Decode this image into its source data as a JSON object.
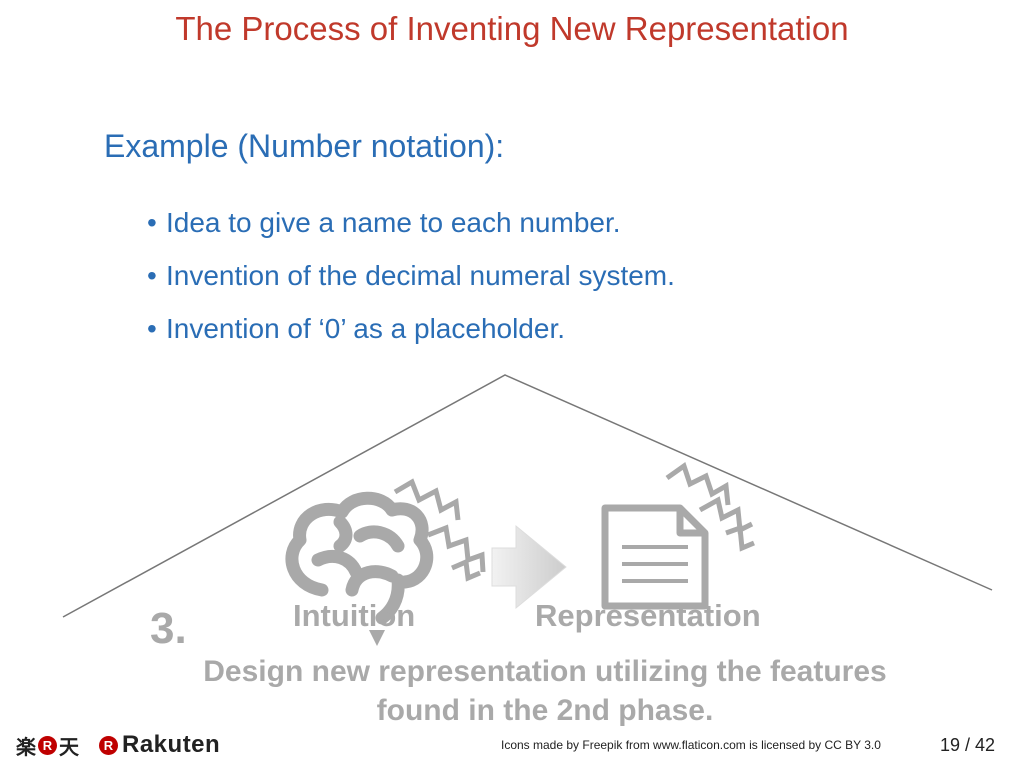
{
  "slide": {
    "title": "The Process of Inventing New Representation",
    "heading": "Example (Number notation):",
    "bullets": [
      "Idea to give a name to each number.",
      "Invention of  the decimal numeral system.",
      "Invention of ‘0’ as a placeholder."
    ],
    "bullet_symbol": "•"
  },
  "diagram": {
    "step_number": "3.",
    "label_left": "Intuition",
    "label_right": "Representation",
    "description_line1": "Design new representation utilizing the features",
    "description_line2": "found in the 2nd phase.",
    "icons": [
      "brain-icon",
      "arrow-right-icon",
      "document-icon"
    ],
    "icon_color": "#a9a9a9"
  },
  "footer": {
    "logo_kanji_1": "楽",
    "logo_r": "R",
    "logo_kanji_2": "天",
    "logo_word": "Rakuten",
    "credit": "Icons made by Freepik from www.flaticon.com is licensed by CC BY 3.0",
    "page_current": "19",
    "page_total": "/ 42"
  },
  "colors": {
    "title": "#c0392b",
    "body_text": "#2a6db5",
    "rakuten_red": "#bf0000"
  }
}
